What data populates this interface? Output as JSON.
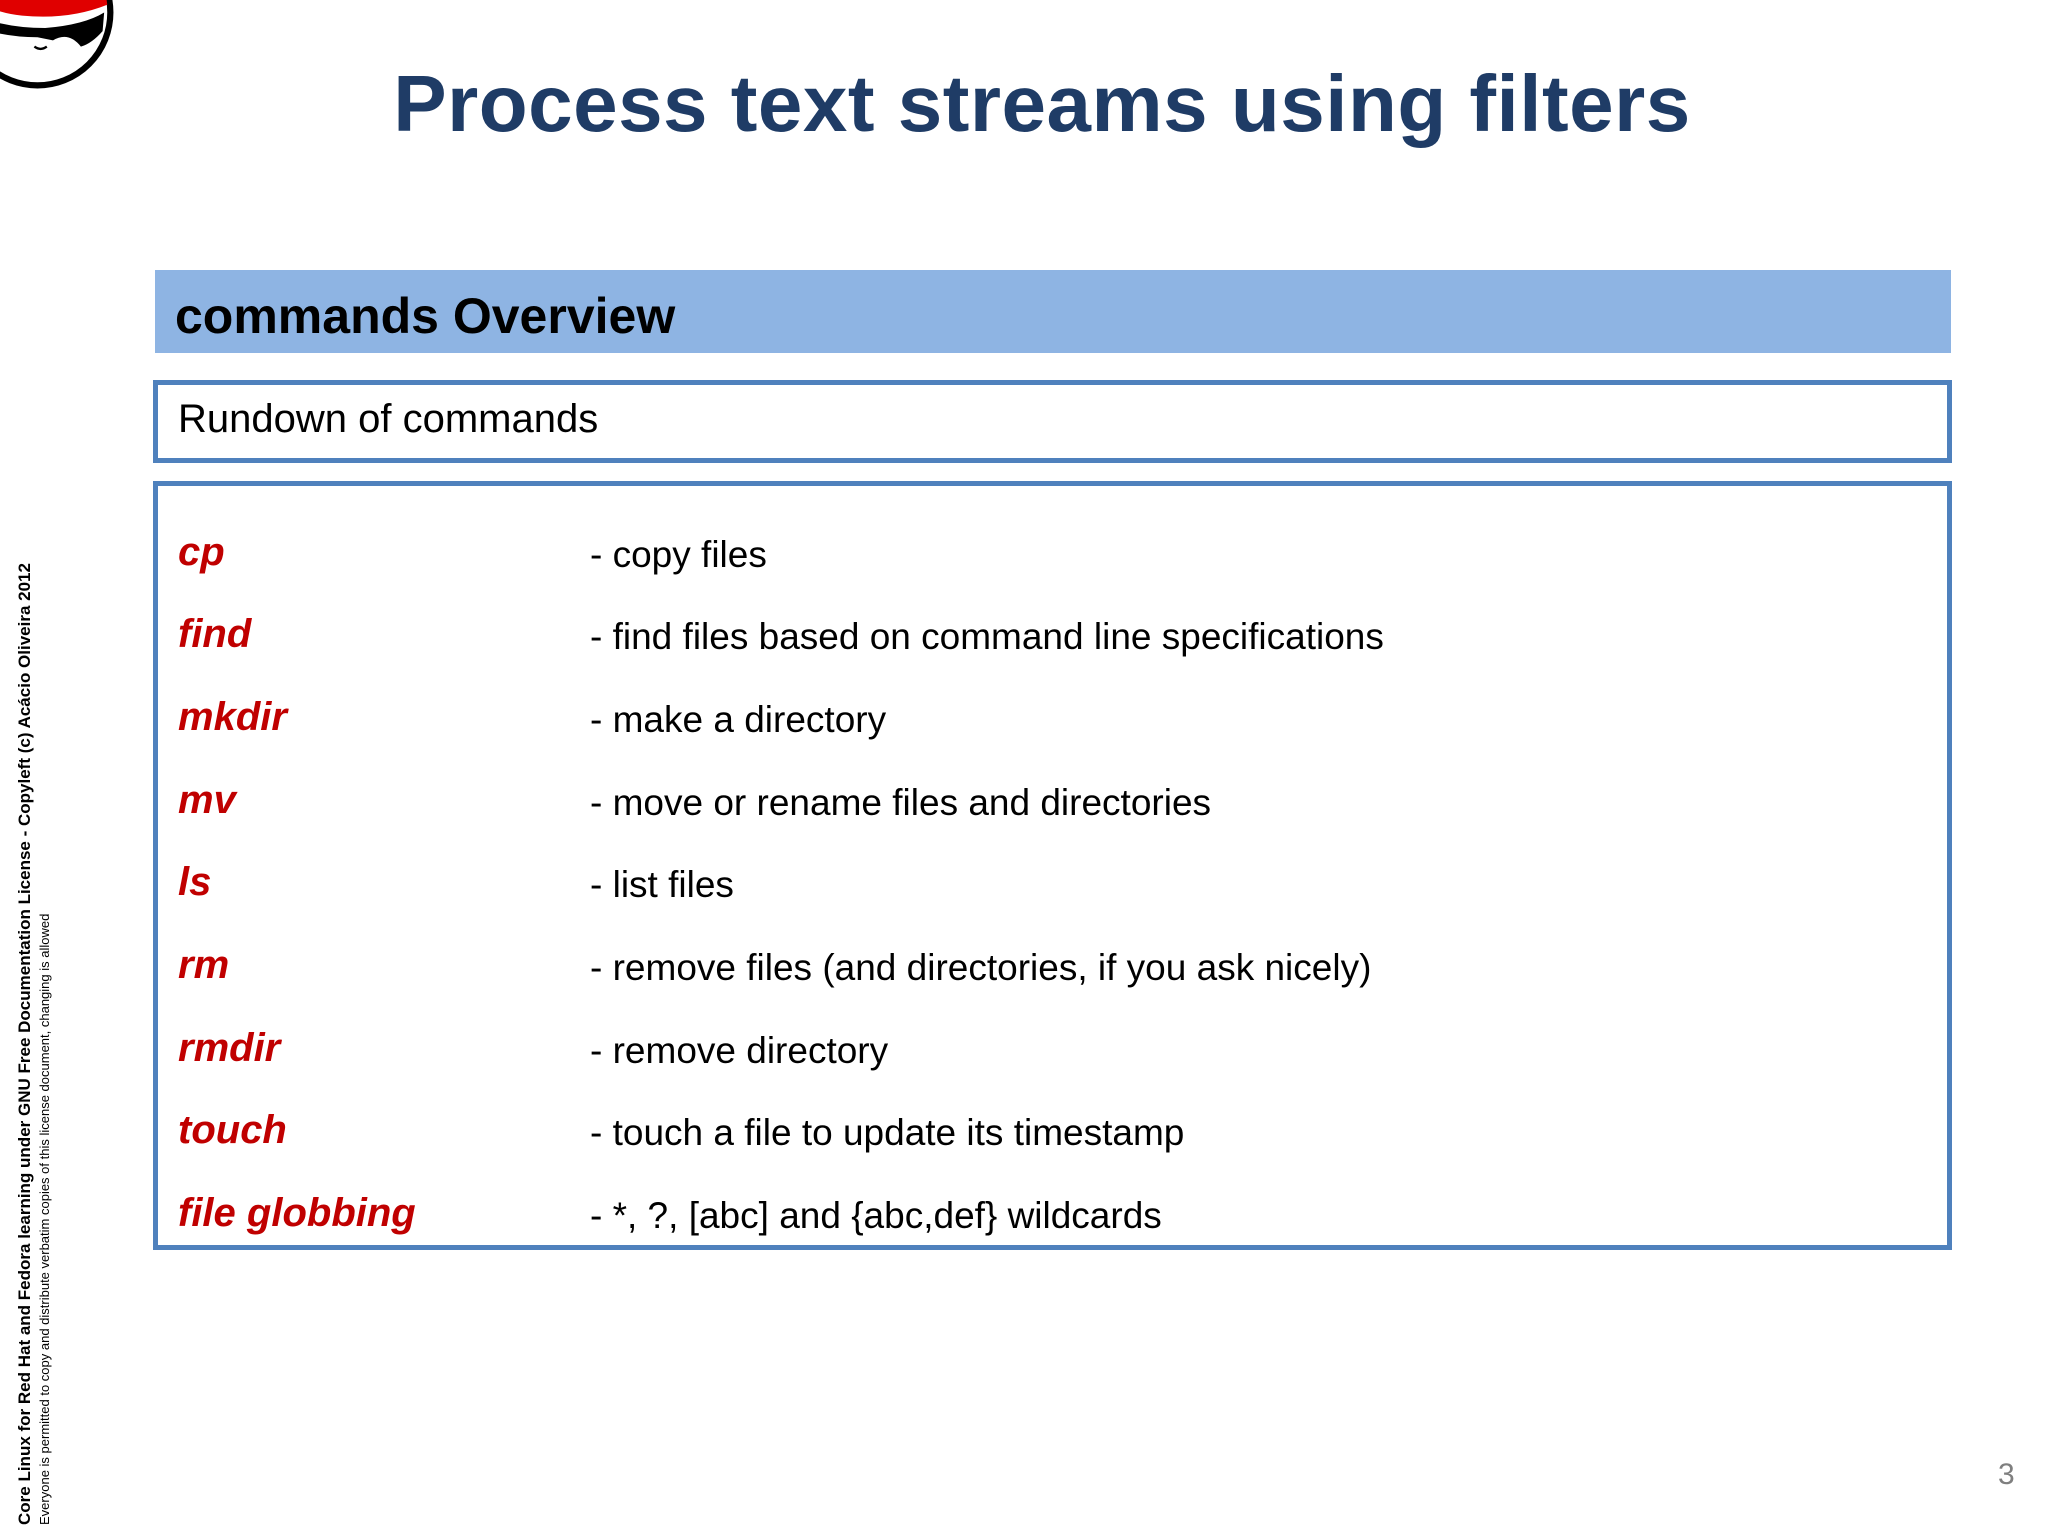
{
  "slide": {
    "title": "Process text streams using filters",
    "section_header": "commands Overview",
    "subtitle_box": "Rundown of commands",
    "commands": [
      {
        "name": "cp",
        "description": "- copy files"
      },
      {
        "name": "find",
        "description": "- find files based on command line specifications"
      },
      {
        "name": "mkdir",
        "description": "- make a directory"
      },
      {
        "name": "mv",
        "description": "- move or rename files and directories"
      },
      {
        "name": "ls",
        "description": "- list files"
      },
      {
        "name": "rm",
        "description": "- remove files (and directories, if you ask nicely)"
      },
      {
        "name": "rmdir",
        "description": "- remove directory"
      },
      {
        "name": "touch",
        "description": "- touch a file to update its timestamp"
      },
      {
        "name": "file globbing",
        "description": "- *, ?, [abc] and {abc,def} wildcards"
      }
    ],
    "footer_line1": "Core Linux for Red Hat and Fedora learning under GNU Free Documentation License  - Copyleft (c) Acácio Oliveira 2012",
    "footer_line2": "Everyone is permitted to copy and distribute verbatim copies of this license document, changing is allowed",
    "page_number": "3"
  },
  "colors": {
    "title": "#1f3c66",
    "section_bar": "#8eb4e3",
    "box_border": "#4f81bd",
    "command": "#c00000"
  },
  "logo": "red-hat-shadowman-logo"
}
